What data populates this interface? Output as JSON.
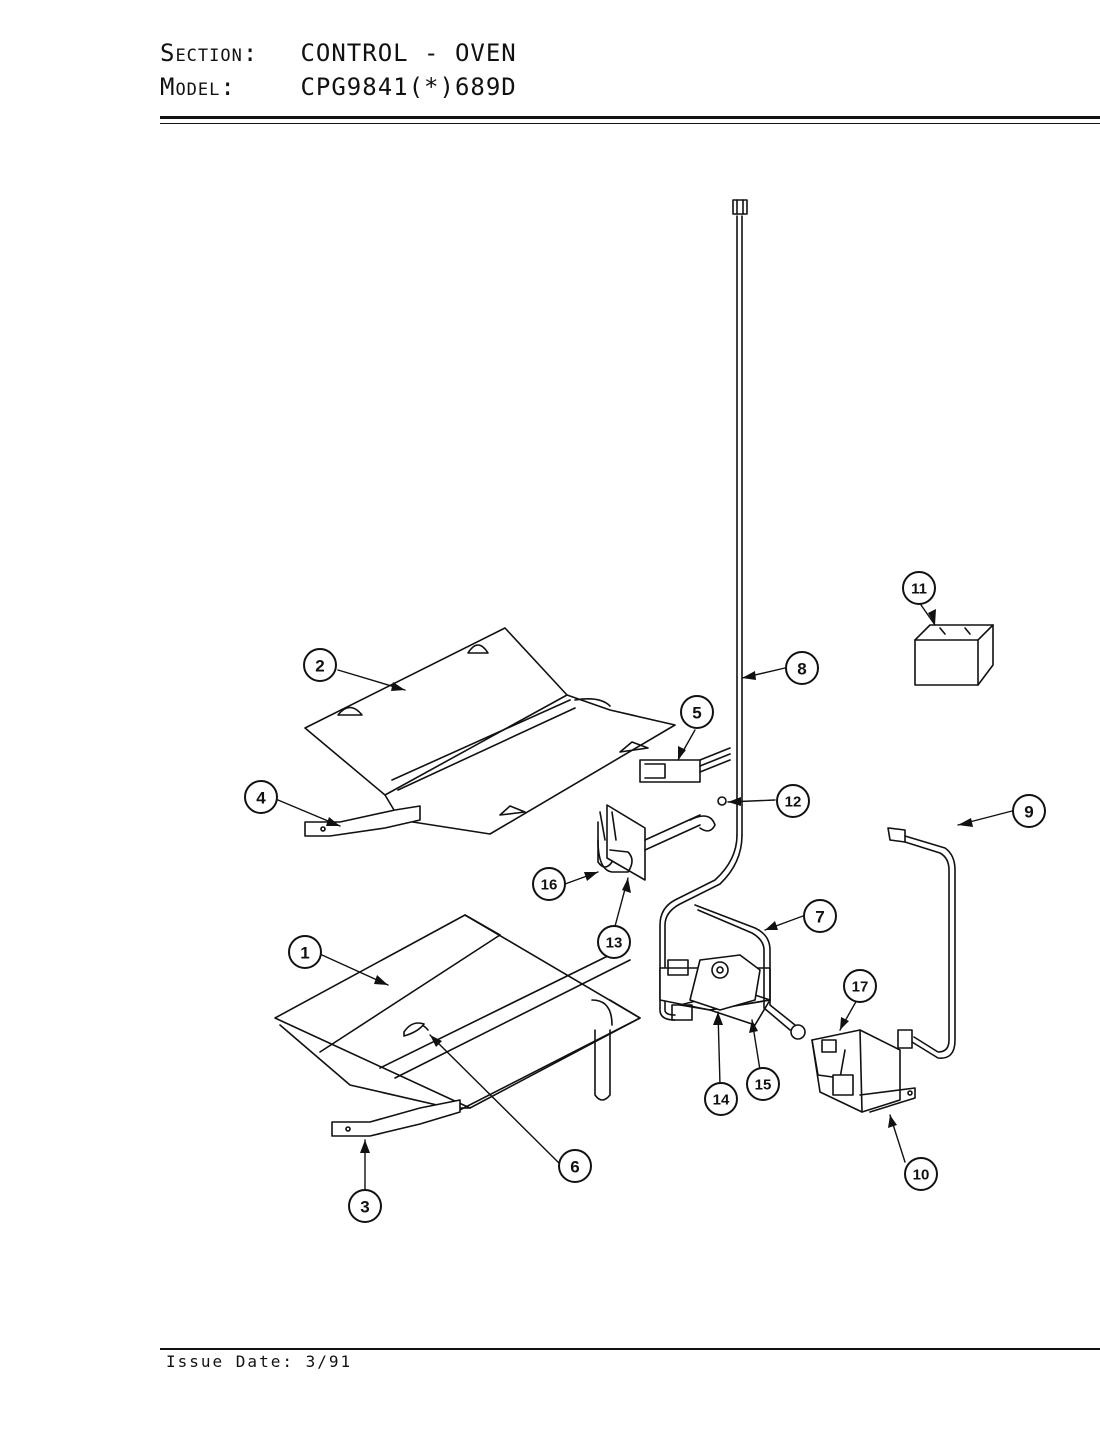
{
  "header": {
    "section_label": "Section:",
    "section_value": "CONTROL - OVEN",
    "model_label": "Model:",
    "model_value": "CPG9841(*)689D"
  },
  "footer": {
    "issue_label": "Issue Date:",
    "issue_value": "3/91"
  },
  "callouts": [
    "1",
    "2",
    "3",
    "4",
    "5",
    "6",
    "7",
    "8",
    "9",
    "10",
    "11",
    "12",
    "13",
    "14",
    "15",
    "16",
    "17"
  ]
}
